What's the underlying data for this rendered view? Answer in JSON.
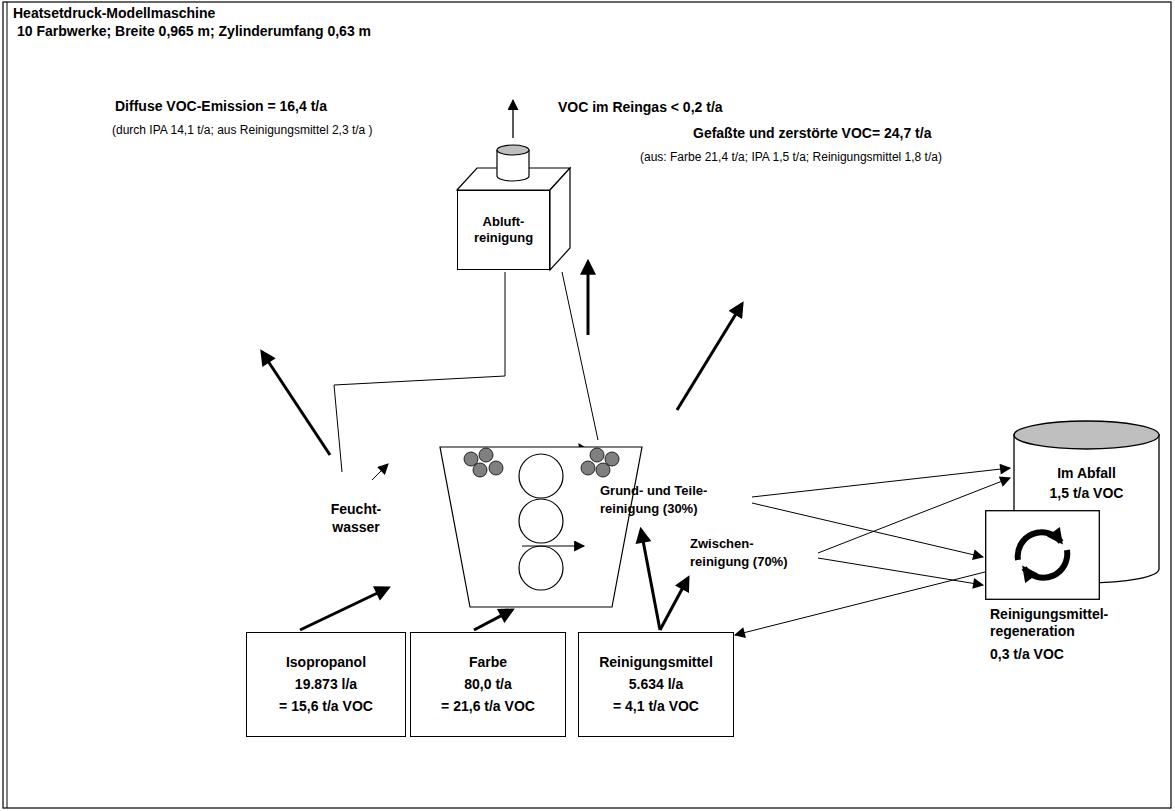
{
  "diagram": {
    "title": "Heatsetdruck-Modellmaschine",
    "nodes": [
      {
        "text": [
          "Abluft- reinigung"
        ]
      },
      {
        "text": [
          "Isopropanol",
          "19.873 l/a",
          "= 15,6 t/a VOC"
        ]
      },
      {
        "text": [
          "Farbe",
          "80,0 t/a",
          "= 21,6 t/a VOC"
        ]
      },
      {
        "text": [
          "Reinigungsmittel",
          "5.634 l/a",
          "= 4,1 t/a VOC"
        ]
      },
      {
        "text": [
          "Im Abfall",
          "1,5 t/a VOC"
        ]
      },
      {
        "text": [
          "Reinigungsmittel- regeneration",
          "0,3 t/a VOC"
        ]
      }
    ],
    "edges": [
      {
        "from": 5,
        "to": 3,
        "arrow": "to"
      }
    ],
    "labels": [
      "10 Farbwerke; Breite 0,965 m; Zylinderumfang 0,63 m",
      "Diffuse VOC-Emission = 16,4 t/a",
      "(durch IPA 14,1 t/a; aus Reinigungsmittel 2,3 t/a )",
      "VOC im Reingas < 0,2 t/a",
      "Gefaßte und zerstörte VOC= 24,7 t/a",
      "(aus: Farbe 21,4 t/a; IPA 1,5 t/a; Reinigungsmittel 1,8 t/a)",
      "Feucht- wasser",
      "Grund- und Teile- reinigung (30%)",
      "Zwischen- reinigung (70%)"
    ]
  }
}
